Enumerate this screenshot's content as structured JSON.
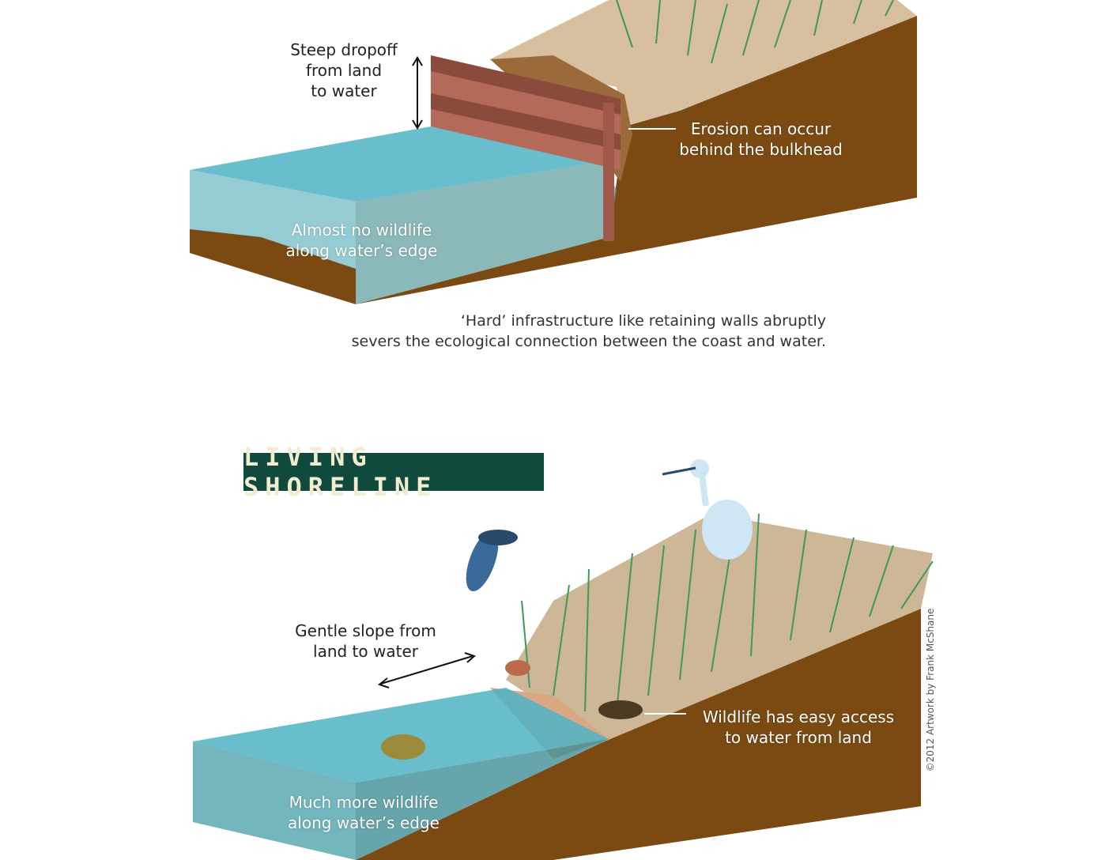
{
  "top": {
    "dropoff_label": "Steep dropoff\nfrom land\nto water",
    "erosion_label": "Erosion can occur\nbehind the bulkhead",
    "wildlife_label": "Almost no wildlife\nalong water’s edge",
    "caption": "‘Hard’ infrastructure like retaining walls abruptly\nsevers the ecological connection between the coast and water."
  },
  "bottom": {
    "title": "LIVING SHORELINE",
    "slope_label": "Gentle slope from\nland to water",
    "access_label": "Wildlife has easy access\nto water from land",
    "wildlife_label": "Much more wildlife\nalong water’s edge",
    "credit": "©2012 Artwork by Frank McShane"
  },
  "colors": {
    "soil": "#7a4a12",
    "sand": "#d7bfa0",
    "water": "#4fb3c6",
    "grass": "#3f9a5a",
    "banner": "#0f4a3c",
    "wall": "#a0584a"
  }
}
